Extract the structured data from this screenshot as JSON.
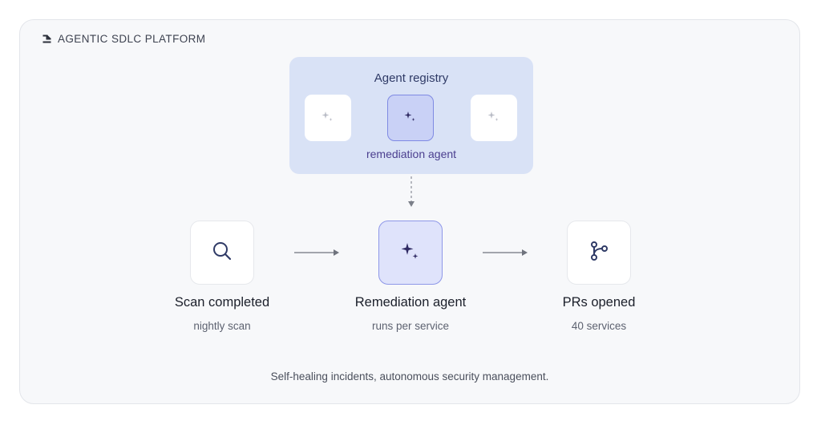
{
  "header": {
    "label": "AGENTIC SDLC PLATFORM",
    "icon": "platform-logo-icon"
  },
  "registry": {
    "title": "Agent registry",
    "caption": "remediation agent",
    "slots": [
      {
        "icon": "sparkle-icon",
        "state": "inactive"
      },
      {
        "icon": "sparkle-icon",
        "state": "active"
      },
      {
        "icon": "sparkle-icon",
        "state": "inactive"
      }
    ]
  },
  "flow": {
    "nodes": [
      {
        "title": "Scan completed",
        "subtitle": "nightly scan",
        "icon": "search-icon"
      },
      {
        "title": "Remediation agent",
        "subtitle": "runs per service",
        "icon": "sparkle-icon"
      },
      {
        "title": "PRs opened",
        "subtitle": "40 services",
        "icon": "git-branch-icon"
      }
    ]
  },
  "footer": {
    "text": "Self-healing incidents, autonomous security management."
  },
  "colors": {
    "panel_bg": "#f7f8fa",
    "registry_bg": "#d9e2f6",
    "accent": "#7f8ae3",
    "highlight_bg": "#dfe3fb",
    "icon_dark": "#2f3a66"
  }
}
